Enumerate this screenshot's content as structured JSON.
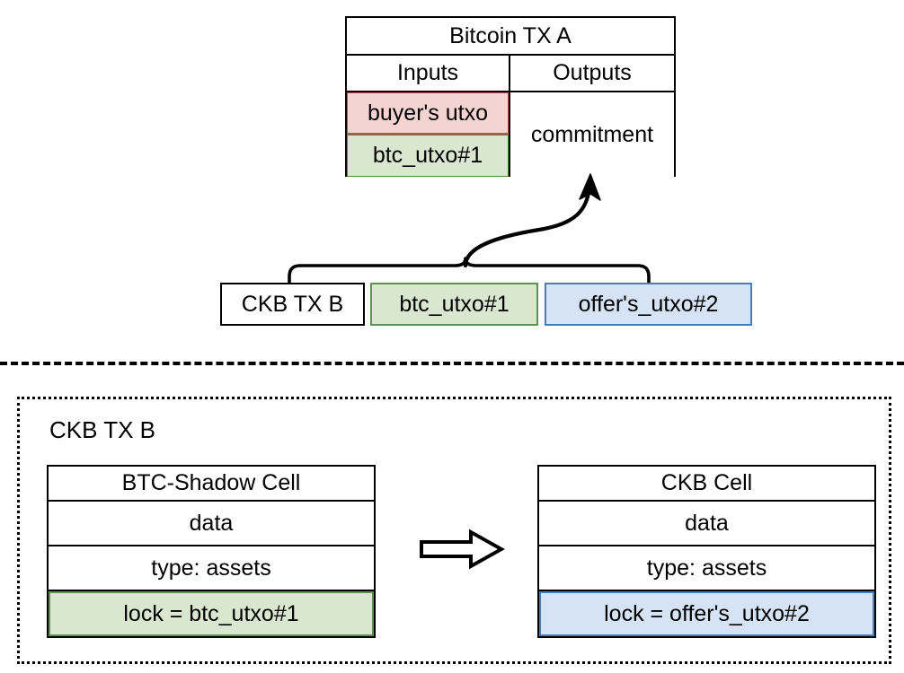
{
  "diagram": {
    "title": "Bitcoin TX A / CKB TX B binding diagram",
    "colors": {
      "pink_fill": "#f4d3d0",
      "pink_stroke": "#c0504d",
      "green_fill": "#d9e7d1",
      "green_stroke": "#5f9150",
      "blue_fill": "#d6e3f5",
      "blue_stroke": "#4a7ebb",
      "line": "#000000"
    }
  },
  "bitcoin_tx_a": {
    "title": "Bitcoin TX A",
    "inputs_header": "Inputs",
    "outputs_header": "Outputs",
    "inputs": [
      {
        "label": "buyer's utxo",
        "color": "pink"
      },
      {
        "label": "btc_utxo#1",
        "color": "green"
      }
    ],
    "outputs": [
      {
        "label": "commitment",
        "color": "none"
      }
    ]
  },
  "ckb_tx_b_strip": {
    "items": [
      {
        "label": "CKB TX B",
        "color": "none"
      },
      {
        "label": "btc_utxo#1",
        "color": "green"
      },
      {
        "label": "offer's_utxo#2",
        "color": "blue"
      }
    ]
  },
  "connector": {
    "kind": "curly-bracket-to-commitment-arrow",
    "from": "CKB TX B group",
    "to": "commitment"
  },
  "divider": {
    "style": "dashed"
  },
  "ckb_tx_b_panel": {
    "label": "CKB TX B",
    "border_style": "dotted",
    "transform_arrow": "right-block-arrow",
    "tables": [
      {
        "name": "btc-shadow-cell",
        "title": "BTC-Shadow Cell",
        "rows": [
          {
            "label": "data",
            "color": "none"
          },
          {
            "label": "type: assets",
            "color": "none"
          },
          {
            "label": "lock = btc_utxo#1",
            "color": "green"
          }
        ]
      },
      {
        "name": "ckb-cell",
        "title": "CKB Cell",
        "rows": [
          {
            "label": "data",
            "color": "none"
          },
          {
            "label": "type: assets",
            "color": "none"
          },
          {
            "label": "lock = offer's_utxo#2",
            "color": "blue"
          }
        ]
      }
    ]
  }
}
